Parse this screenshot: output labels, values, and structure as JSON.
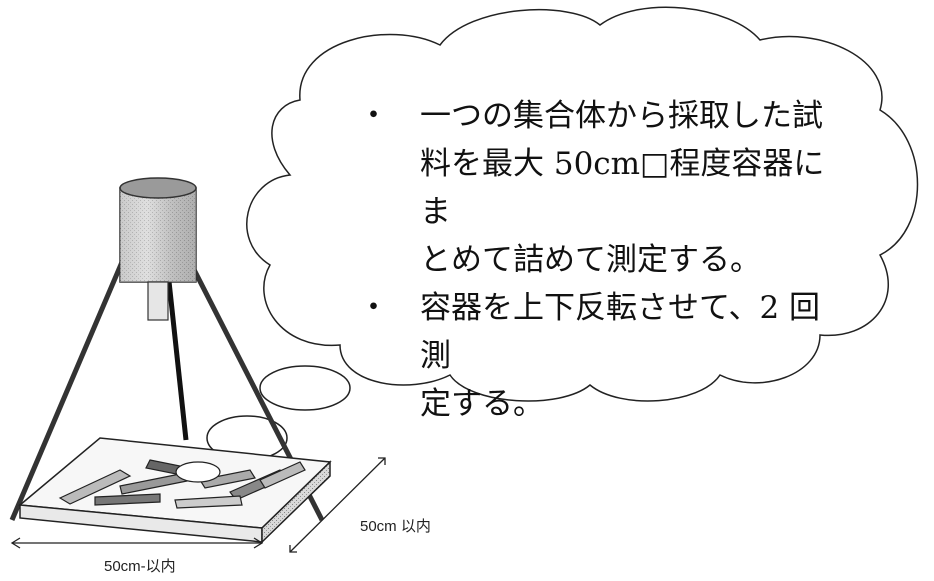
{
  "cloud": {
    "bullet_glyph": "・",
    "items": [
      "一つの集合体から採取した試料を最大 50cm□程度容器にまとめて詰めて測定する。",
      "容器を上下反転させて、2 回測定する。"
    ],
    "lines": [
      [
        "一つの集合体から採取した試",
        "料を最大 50cm□程度容器にま",
        "とめて詰めて測定する。"
      ],
      [
        "容器を上下反転させて、2 回測",
        "定する。"
      ]
    ]
  },
  "dimensions": {
    "depth_label": "50cm 以内",
    "width_label": "50cm-以内"
  }
}
